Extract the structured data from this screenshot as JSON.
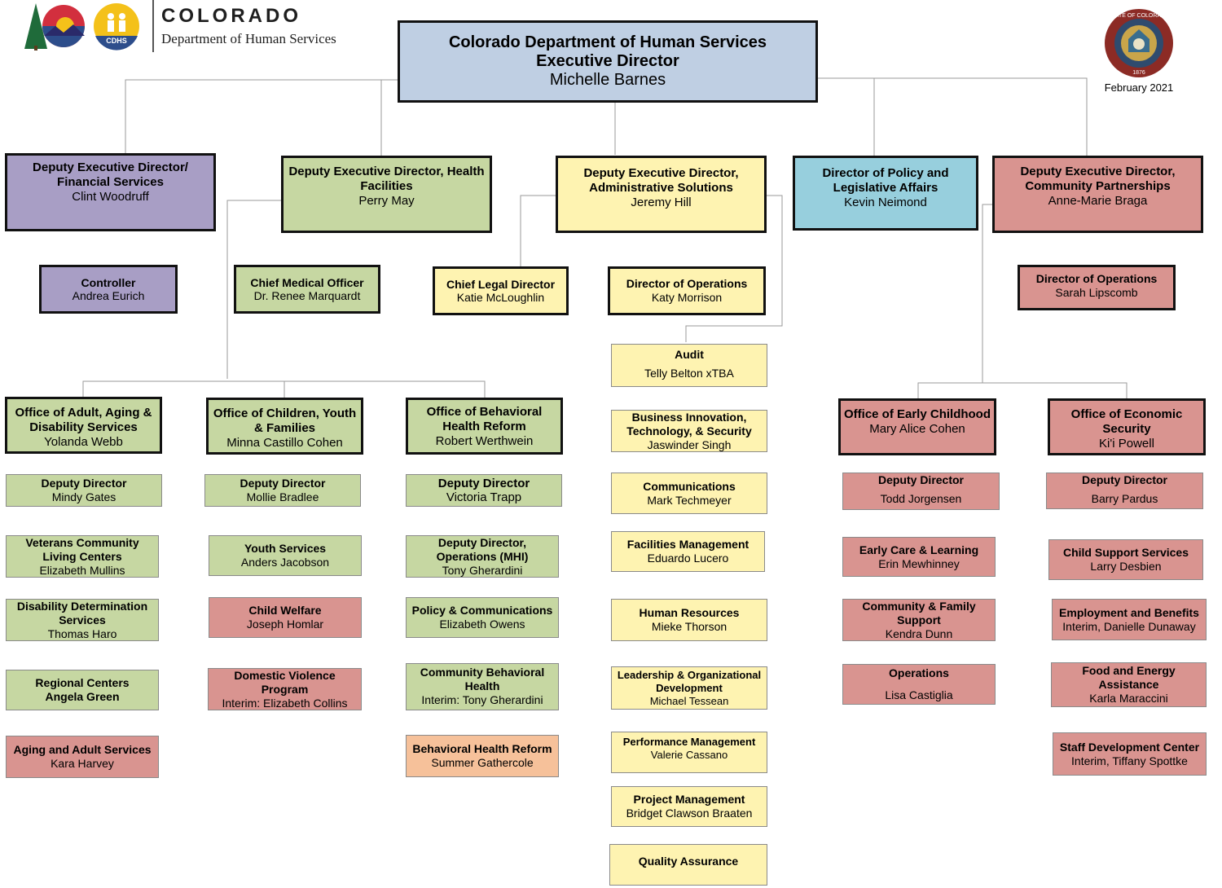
{
  "header": {
    "brand_word": "COLORADO",
    "department": "Department of Human Services",
    "cdhs_badge": "CDHS",
    "date": "February 2021",
    "seal_top": "STATE OF COLORADO",
    "seal_year": "1876"
  },
  "colors": {
    "purple": "#a89ec5",
    "green": "#c6d7a2",
    "yellow": "#fef3b1",
    "blue": "#97cfdd",
    "red": "#d99490",
    "orange": "#f6c19a",
    "executive": "#bfcfe3"
  },
  "executive": {
    "title": "Colorado Department of Human Services",
    "subtitle": "Executive Director",
    "name": "Michelle Barnes"
  },
  "deputies": {
    "financial": {
      "title": "Deputy Executive Director/ Financial Services",
      "name": "Clint Woodruff"
    },
    "health": {
      "title": "Deputy Executive Director, Health Facilities",
      "name": "Perry May"
    },
    "admin": {
      "title": "Deputy Executive Director, Administrative Solutions",
      "name": "Jeremy Hill"
    },
    "policy": {
      "title": "Director of Policy and Legislative Affairs",
      "name": "Kevin Neimond"
    },
    "community": {
      "title": "Deputy Executive Director, Community Partnerships",
      "name": "Anne-Marie Braga"
    }
  },
  "second_tier": {
    "controller": {
      "title": "Controller",
      "name": "Andrea Eurich"
    },
    "cmo": {
      "title": "Chief Medical Officer",
      "name": "Dr. Renee Marquardt"
    },
    "legal": {
      "title": "Chief Legal Director",
      "name": "Katie McLoughlin"
    },
    "ops_admin": {
      "title": "Director of Operations",
      "name": "Katy Morrison"
    },
    "ops_community": {
      "title": "Director of Operations",
      "name": "Sarah Lipscomb"
    }
  },
  "admin_units": [
    {
      "title": "Audit",
      "name": "Telly Belton xTBA"
    },
    {
      "title": "Business Innovation, Technology, & Security",
      "name": "Jaswinder Singh"
    },
    {
      "title": "Communications",
      "name": "Mark Techmeyer"
    },
    {
      "title": "Facilities Management",
      "name": "Eduardo Lucero"
    },
    {
      "title": "Human Resources",
      "name": "Mieke Thorson"
    },
    {
      "title": "Leadership & Organizational Development",
      "name": "Michael Tessean"
    },
    {
      "title": "Performance Management",
      "name": "Valerie Cassano"
    },
    {
      "title": "Project Management",
      "name": "Bridget Clawson  Braaten"
    },
    {
      "title": "Quality Assurance",
      "name": ""
    }
  ],
  "offices": {
    "adult": {
      "title": "Office of Adult, Aging & Disability Services",
      "name": "Yolanda Webb"
    },
    "children": {
      "title": "Office of Children, Youth & Families",
      "name": "Minna Castillo Cohen"
    },
    "behavioral": {
      "title": "Office of Behavioral Health Reform",
      "name": "Robert Werthwein"
    },
    "early": {
      "title": "Office of  Early Childhood",
      "name": "Mary Alice Cohen"
    },
    "economic": {
      "title": "Office of Economic Security",
      "name": "Ki'i Powell"
    }
  },
  "adult_units": [
    {
      "title": "Deputy Director",
      "name": "Mindy Gates"
    },
    {
      "title": "Veterans Community Living Centers",
      "name": "Elizabeth Mullins"
    },
    {
      "title": "Disability Determination Services",
      "name": "Thomas Haro"
    },
    {
      "title": "Regional Centers",
      "name": "Angela Green"
    },
    {
      "title": "Aging and Adult Services",
      "name": "Kara Harvey"
    }
  ],
  "children_units": [
    {
      "title": "Deputy Director",
      "name": "Mollie Bradlee"
    },
    {
      "title": "Youth Services",
      "name": "Anders Jacobson"
    },
    {
      "title": "Child Welfare",
      "name": "Joseph Homlar"
    },
    {
      "title": "Domestic Violence Program",
      "name": "Interim: Elizabeth Collins"
    }
  ],
  "behavioral_units": [
    {
      "title": "Deputy Director",
      "name": "Victoria Trapp"
    },
    {
      "title": "Deputy Director, Operations (MHI)",
      "name": "Tony Gherardini"
    },
    {
      "title": "Policy & Communications",
      "name": "Elizabeth Owens"
    },
    {
      "title": "Community Behavioral Health",
      "name": "Interim: Tony Gherardini"
    },
    {
      "title": "Behavioral Health Reform",
      "name": "Summer Gathercole"
    }
  ],
  "early_units": [
    {
      "title": "Deputy Director",
      "name": "Todd Jorgensen"
    },
    {
      "title": "Early Care & Learning",
      "name": "Erin Mewhinney"
    },
    {
      "title": "Community & Family Support",
      "name": "Kendra Dunn"
    },
    {
      "title": "Operations",
      "name": "Lisa Castiglia"
    }
  ],
  "economic_units": [
    {
      "title": "Deputy Director",
      "name": "Barry Pardus"
    },
    {
      "title": "Child Support Services",
      "name": "Larry Desbien"
    },
    {
      "title": "Employment and Benefits",
      "name": "Interim, Danielle Dunaway"
    },
    {
      "title": "Food and Energy Assistance",
      "name": "Karla Maraccini"
    },
    {
      "title": "Staff Development Center",
      "name": "Interim, Tiffany Spottke"
    }
  ]
}
